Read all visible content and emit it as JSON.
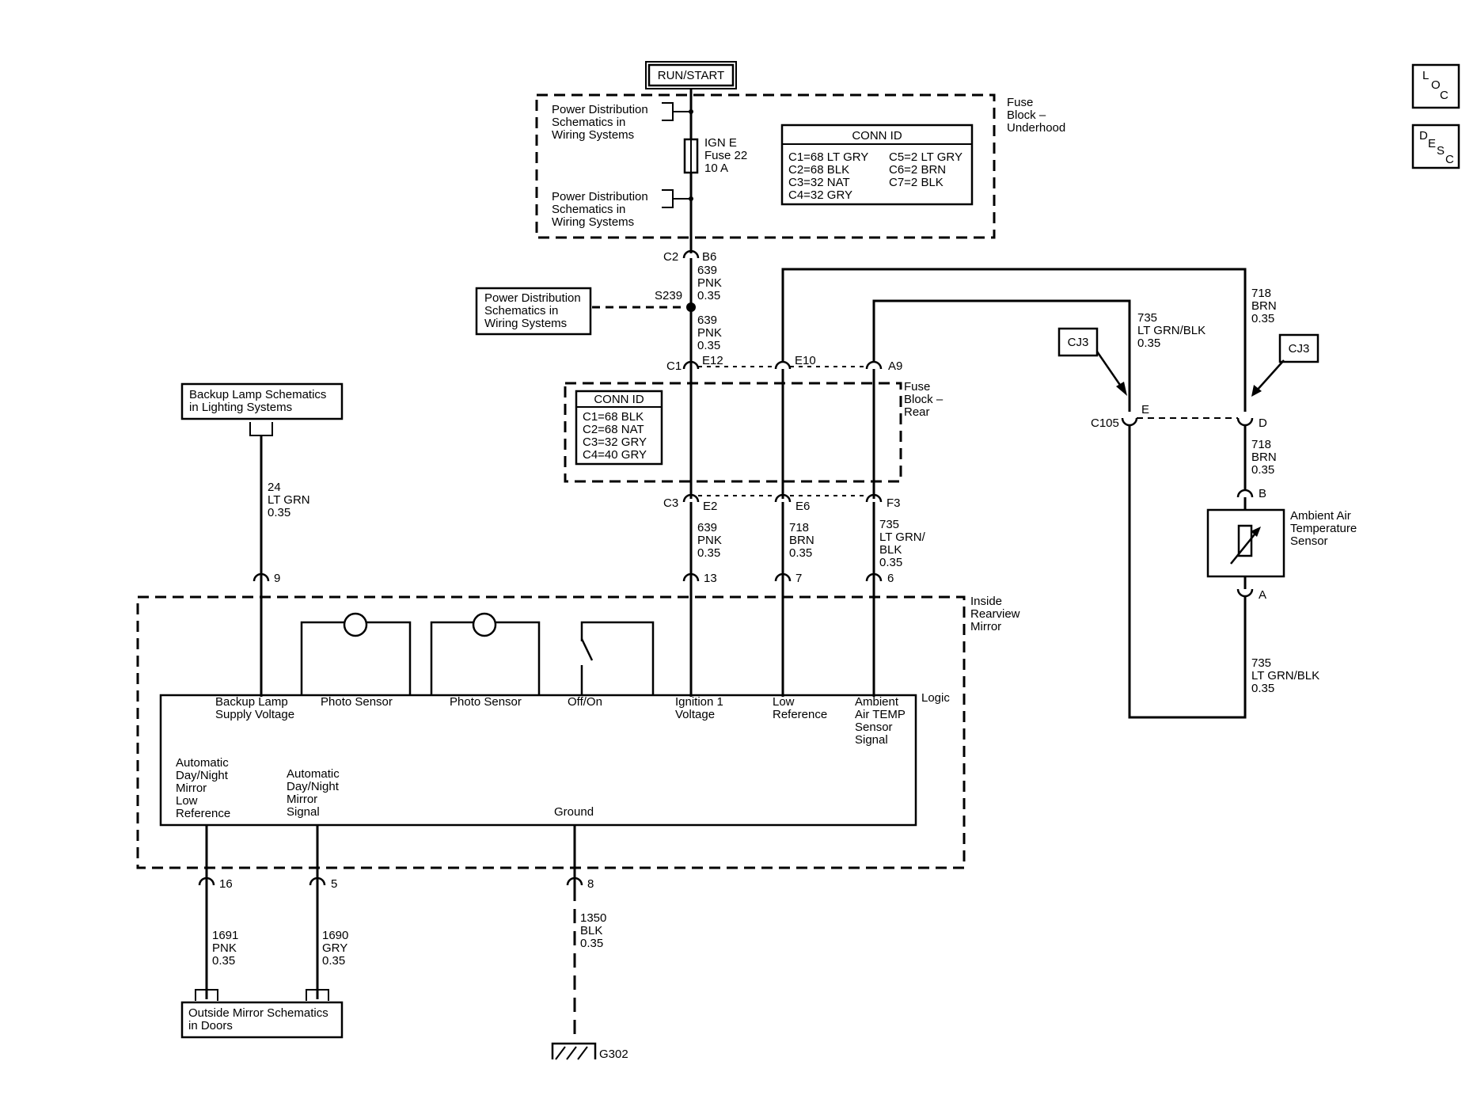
{
  "buttons": {
    "loc": [
      "L",
      "O",
      "C"
    ],
    "desc": [
      "D",
      "E",
      "S",
      "C"
    ]
  },
  "power_source": "RUN/START",
  "fuse_block_underhood": {
    "label": [
      "Fuse",
      "Block –",
      "Underhood"
    ],
    "pds_upper": [
      "Power Distribution",
      "Schematics in",
      "Wiring Systems"
    ],
    "pds_lower": [
      "Power Distribution",
      "Schematics in",
      "Wiring Systems"
    ],
    "fuse": [
      "IGN E",
      "Fuse 22",
      "10 A"
    ],
    "conn_id_title": "CONN ID",
    "conn_id_left": [
      "C1=68 LT GRY",
      "C2=68 BLK",
      "C3=32 NAT",
      "C4=32 GRY"
    ],
    "conn_id_right": [
      "C5=2 LT GRY",
      "C6=2 BRN",
      "C7=2 BLK"
    ]
  },
  "underhood_out": {
    "connector": "C2",
    "pin": "B6",
    "wire": [
      "639",
      "PNK",
      "0.35"
    ]
  },
  "splice": {
    "name": "S239",
    "pds": [
      "Power Distribution",
      "Schematics in",
      "Wiring Systems"
    ],
    "wire": [
      "639",
      "PNK",
      "0.35"
    ]
  },
  "fuse_block_rear": {
    "label": [
      "Fuse",
      "Block –",
      "Rear"
    ],
    "conn_id_title": "CONN ID",
    "conn_id": [
      "C1=68 BLK",
      "C2=68 NAT",
      "C3=32 GRY",
      "C4=40 GRY"
    ],
    "top_connector": "C1",
    "top_pins": [
      "E12",
      "E10",
      "A9"
    ],
    "bottom_connector": "C3",
    "bottom_pins": [
      "E2",
      "E6",
      "F3"
    ]
  },
  "wires_to_mirror": [
    {
      "wire": [
        "639",
        "PNK",
        "0.35"
      ],
      "pin": "13"
    },
    {
      "wire": [
        "718",
        "BRN",
        "0.35"
      ],
      "pin": "7"
    },
    {
      "wire": [
        "735",
        "LT GRN/",
        "BLK",
        "0.35"
      ],
      "pin": "6"
    }
  ],
  "backup_lamp": {
    "ref": [
      "Backup Lamp Schematics",
      "in Lighting Systems"
    ],
    "wire": [
      "24",
      "LT GRN",
      "0.35"
    ],
    "pin": "9"
  },
  "mirror": {
    "label": [
      "Inside",
      "Rearview",
      "Mirror"
    ],
    "logic_label": "Logic",
    "inputs": {
      "backup": [
        "Backup Lamp",
        "Supply Voltage"
      ],
      "photo1": "Photo Sensor",
      "photo2": "Photo Sensor",
      "offon": "Off/On",
      "ignition": [
        "Ignition 1",
        "Voltage"
      ],
      "lowref": [
        "Low",
        "Reference"
      ],
      "ambient": [
        "Ambient",
        "Air TEMP",
        "Sensor",
        "Signal"
      ]
    },
    "outputs": {
      "autolow": [
        "Automatic",
        "Day/Night",
        "Mirror",
        "Low",
        "Reference"
      ],
      "autosig": [
        "Automatic",
        "Day/Night",
        "Mirror",
        "Signal"
      ],
      "ground": "Ground"
    }
  },
  "bottom_wires": [
    {
      "pin": "16",
      "wire": [
        "1691",
        "PNK",
        "0.35"
      ]
    },
    {
      "pin": "5",
      "wire": [
        "1690",
        "GRY",
        "0.35"
      ]
    },
    {
      "pin": "8",
      "wire": [
        "1350",
        "BLK",
        "0.35"
      ]
    }
  ],
  "outside_mirror": [
    "Outside Mirror Schematics",
    "in Doors"
  ],
  "ground": "G302",
  "right_side": {
    "wire735_top": [
      "735",
      "LT GRN/BLK",
      "0.35"
    ],
    "wire718_top": [
      "718",
      "BRN",
      "0.35"
    ],
    "cj3_left": "CJ3",
    "cj3_right": "CJ3",
    "c105": "C105",
    "pin_e": "E",
    "pin_d": "D",
    "wire718_mid": [
      "718",
      "BRN",
      "0.35"
    ],
    "sensor_pin_b": "B",
    "sensor_pin_a": "A",
    "sensor_label": [
      "Ambient Air",
      "Temperature",
      "Sensor"
    ],
    "wire735_bottom": [
      "735",
      "LT GRN/BLK",
      "0.35"
    ]
  }
}
